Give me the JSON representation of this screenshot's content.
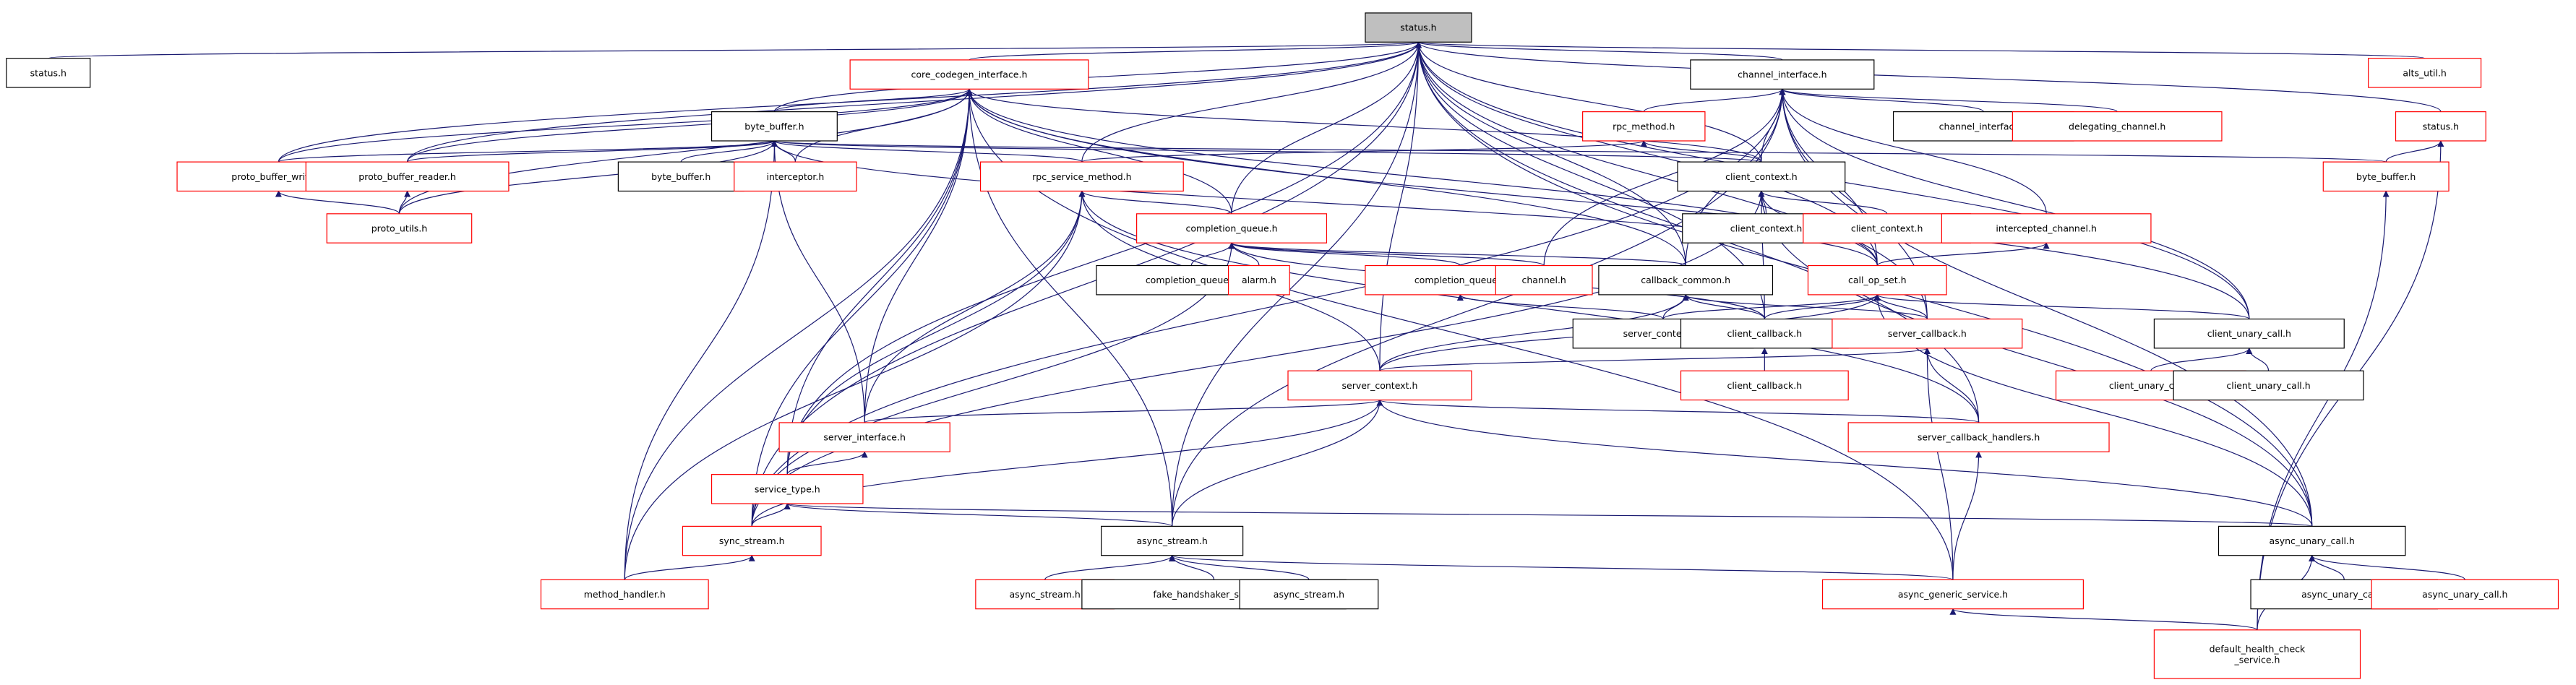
{
  "colors": {
    "edge": "#191970",
    "node_linked_border": "#ff0000",
    "node_plain_border": "#000000",
    "node_root_fill": "#bfbfbf",
    "node_fill": "#ffffff",
    "text": "#000000"
  },
  "nodes": [
    {
      "id": "status_h_root",
      "label": "status.h",
      "kind": "root"
    },
    {
      "id": "status_h_a",
      "label": "status.h",
      "kind": "plain"
    },
    {
      "id": "core_codegen",
      "label": "core_codegen_interface.h",
      "kind": "linked"
    },
    {
      "id": "channel_iface",
      "label": "channel_interface.h",
      "kind": "plain"
    },
    {
      "id": "alts_util",
      "label": "alts_util.h",
      "kind": "linked"
    },
    {
      "id": "byte_buffer",
      "label": "byte_buffer.h",
      "kind": "plain"
    },
    {
      "id": "rpc_method",
      "label": "rpc_method.h",
      "kind": "linked"
    },
    {
      "id": "channel_iface_2",
      "label": "channel_interface.h",
      "kind": "plain"
    },
    {
      "id": "delegating_channel",
      "label": "delegating_channel.h",
      "kind": "linked"
    },
    {
      "id": "status_h_b",
      "label": "status.h",
      "kind": "linked"
    },
    {
      "id": "proto_buffer_writer",
      "label": "proto_buffer_writer.h",
      "kind": "linked"
    },
    {
      "id": "proto_buffer_reader",
      "label": "proto_buffer_reader.h",
      "kind": "linked"
    },
    {
      "id": "byte_buffer_2",
      "label": "byte_buffer.h",
      "kind": "plain"
    },
    {
      "id": "interceptor",
      "label": "interceptor.h",
      "kind": "linked"
    },
    {
      "id": "rpc_service_method",
      "label": "rpc_service_method.h",
      "kind": "linked"
    },
    {
      "id": "client_context",
      "label": "client_context.h",
      "kind": "plain"
    },
    {
      "id": "byte_buffer_3",
      "label": "byte_buffer.h",
      "kind": "linked"
    },
    {
      "id": "proto_utils",
      "label": "proto_utils.h",
      "kind": "linked"
    },
    {
      "id": "completion_queue",
      "label": "completion_queue.h",
      "kind": "linked"
    },
    {
      "id": "client_context_2",
      "label": "client_context.h",
      "kind": "plain"
    },
    {
      "id": "client_context_3",
      "label": "client_context.h",
      "kind": "linked"
    },
    {
      "id": "intercepted_channel",
      "label": "intercepted_channel.h",
      "kind": "linked"
    },
    {
      "id": "completion_queue_2",
      "label": "completion_queue.h",
      "kind": "plain"
    },
    {
      "id": "alarm",
      "label": "alarm.h",
      "kind": "linked"
    },
    {
      "id": "completion_queue_3",
      "label": "completion_queue.h",
      "kind": "linked"
    },
    {
      "id": "channel",
      "label": "channel.h",
      "kind": "linked"
    },
    {
      "id": "callback_common",
      "label": "callback_common.h",
      "kind": "plain"
    },
    {
      "id": "call_op_set",
      "label": "call_op_set.h",
      "kind": "linked"
    },
    {
      "id": "server_context_cc",
      "label": "server_context.cc",
      "kind": "plain"
    },
    {
      "id": "client_callback",
      "label": "client_callback.h",
      "kind": "plain"
    },
    {
      "id": "server_callback",
      "label": "server_callback.h",
      "kind": "linked"
    },
    {
      "id": "client_unary_call",
      "label": "client_unary_call.h",
      "kind": "plain"
    },
    {
      "id": "client_callback_2",
      "label": "client_callback.h",
      "kind": "linked"
    },
    {
      "id": "client_unary_call_2",
      "label": "client_unary_call.h",
      "kind": "linked"
    },
    {
      "id": "client_unary_call_3",
      "label": "client_unary_call.h",
      "kind": "plain"
    },
    {
      "id": "server_context",
      "label": "server_context.h",
      "kind": "linked"
    },
    {
      "id": "server_interface",
      "label": "server_interface.h",
      "kind": "linked"
    },
    {
      "id": "server_callback_handlers",
      "label": "server_callback_handlers.h",
      "kind": "linked"
    },
    {
      "id": "service_type",
      "label": "service_type.h",
      "kind": "linked"
    },
    {
      "id": "sync_stream",
      "label": "sync_stream.h",
      "kind": "linked"
    },
    {
      "id": "async_stream",
      "label": "async_stream.h",
      "kind": "plain"
    },
    {
      "id": "async_unary_call",
      "label": "async_unary_call.h",
      "kind": "plain"
    },
    {
      "id": "method_handler",
      "label": "method_handler.h",
      "kind": "linked"
    },
    {
      "id": "async_stream_2",
      "label": "async_stream.h",
      "kind": "linked"
    },
    {
      "id": "fake_handshaker",
      "label": "fake_handshaker_server.cc",
      "kind": "plain"
    },
    {
      "id": "async_stream_3",
      "label": "async_stream.h",
      "kind": "plain"
    },
    {
      "id": "async_generic_service",
      "label": "async_generic_service.h",
      "kind": "linked"
    },
    {
      "id": "async_unary_call_2",
      "label": "async_unary_call.h",
      "kind": "plain"
    },
    {
      "id": "async_unary_call_3",
      "label": "async_unary_call.h",
      "kind": "linked"
    },
    {
      "id": "default_health_check",
      "label": "default_health_check",
      "label2": "_service.h",
      "kind": "linked"
    }
  ],
  "edges": [
    [
      "status_h_root",
      "status_h_a"
    ],
    [
      "status_h_root",
      "core_codegen"
    ],
    [
      "status_h_root",
      "channel_iface"
    ],
    [
      "status_h_root",
      "alts_util"
    ],
    [
      "status_h_root",
      "status_h_b"
    ],
    [
      "status_h_root",
      "byte_buffer"
    ],
    [
      "status_h_root",
      "proto_buffer_writer"
    ],
    [
      "status_h_root",
      "proto_buffer_reader"
    ],
    [
      "status_h_root",
      "rpc_service_method"
    ],
    [
      "status_h_root",
      "client_context"
    ],
    [
      "status_h_root",
      "completion_queue"
    ],
    [
      "status_h_root",
      "call_op_set"
    ],
    [
      "status_h_root",
      "callback_common"
    ],
    [
      "status_h_root",
      "client_callback"
    ],
    [
      "status_h_root",
      "server_callback"
    ],
    [
      "status_h_root",
      "client_unary_call"
    ],
    [
      "status_h_root",
      "server_context"
    ],
    [
      "status_h_root",
      "service_type"
    ],
    [
      "status_h_root",
      "sync_stream"
    ],
    [
      "status_h_root",
      "async_stream"
    ],
    [
      "status_h_root",
      "async_unary_call"
    ],
    [
      "status_h_root",
      "server_callback_handlers"
    ],
    [
      "core_codegen",
      "byte_buffer"
    ],
    [
      "core_codegen",
      "proto_buffer_writer"
    ],
    [
      "core_codegen",
      "proto_buffer_reader"
    ],
    [
      "core_codegen",
      "interceptor"
    ],
    [
      "core_codegen",
      "proto_utils"
    ],
    [
      "core_codegen",
      "completion_queue"
    ],
    [
      "core_codegen",
      "client_context"
    ],
    [
      "core_codegen",
      "call_op_set"
    ],
    [
      "core_codegen",
      "callback_common"
    ],
    [
      "core_codegen",
      "server_interface"
    ],
    [
      "core_codegen",
      "sync_stream"
    ],
    [
      "core_codegen",
      "async_stream"
    ],
    [
      "core_codegen",
      "method_handler"
    ],
    [
      "core_codegen",
      "client_unary_call"
    ],
    [
      "core_codegen",
      "async_generic_service"
    ],
    [
      "core_codegen",
      "service_type"
    ],
    [
      "channel_iface",
      "channel_iface_2"
    ],
    [
      "channel_iface",
      "delegating_channel"
    ],
    [
      "channel_iface",
      "rpc_method"
    ],
    [
      "channel_iface",
      "client_context"
    ],
    [
      "channel_iface",
      "intercepted_channel"
    ],
    [
      "channel_iface",
      "channel"
    ],
    [
      "channel_iface",
      "callback_common"
    ],
    [
      "channel_iface",
      "call_op_set"
    ],
    [
      "channel_iface",
      "client_unary_call"
    ],
    [
      "channel_iface",
      "async_unary_call"
    ],
    [
      "channel_iface",
      "server_callback"
    ],
    [
      "channel_iface",
      "async_stream"
    ],
    [
      "channel_iface",
      "sync_stream"
    ],
    [
      "status_h_b",
      "byte_buffer_3"
    ],
    [
      "status_h_b",
      "default_health_check"
    ],
    [
      "byte_buffer",
      "byte_buffer_2"
    ],
    [
      "byte_buffer",
      "proto_buffer_writer"
    ],
    [
      "byte_buffer",
      "proto_buffer_reader"
    ],
    [
      "byte_buffer",
      "interceptor"
    ],
    [
      "byte_buffer",
      "proto_utils"
    ],
    [
      "byte_buffer",
      "rpc_service_method"
    ],
    [
      "byte_buffer",
      "call_op_set"
    ],
    [
      "byte_buffer",
      "server_interface"
    ],
    [
      "byte_buffer",
      "method_handler"
    ],
    [
      "byte_buffer",
      "client_context"
    ],
    [
      "byte_buffer",
      "byte_buffer_3"
    ],
    [
      "rpc_method",
      "client_context"
    ],
    [
      "rpc_method",
      "rpc_service_method"
    ],
    [
      "proto_buffer_writer",
      "proto_utils"
    ],
    [
      "proto_buffer_reader",
      "proto_utils"
    ],
    [
      "rpc_service_method",
      "completion_queue"
    ],
    [
      "rpc_service_method",
      "server_interface"
    ],
    [
      "rpc_service_method",
      "service_type"
    ],
    [
      "rpc_service_method",
      "method_handler"
    ],
    [
      "rpc_service_method",
      "server_context"
    ],
    [
      "rpc_service_method",
      "server_callback_handlers"
    ],
    [
      "client_context",
      "client_context_2"
    ],
    [
      "client_context",
      "client_context_3"
    ],
    [
      "client_context",
      "call_op_set"
    ],
    [
      "client_context",
      "client_callback"
    ],
    [
      "client_context",
      "async_unary_call"
    ],
    [
      "client_context",
      "sync_stream"
    ],
    [
      "byte_buffer_3",
      "default_health_check"
    ],
    [
      "completion_queue",
      "completion_queue_2"
    ],
    [
      "completion_queue",
      "alarm"
    ],
    [
      "completion_queue",
      "completion_queue_3"
    ],
    [
      "completion_queue",
      "channel"
    ],
    [
      "completion_queue",
      "callback_common"
    ],
    [
      "completion_queue",
      "client_callback"
    ],
    [
      "completion_queue",
      "sync_stream"
    ],
    [
      "intercepted_channel",
      "call_op_set"
    ],
    [
      "completion_queue_3",
      "server_context_cc"
    ],
    [
      "callback_common",
      "server_context_cc"
    ],
    [
      "callback_common",
      "client_callback"
    ],
    [
      "callback_common",
      "server_callback"
    ],
    [
      "callback_common",
      "server_context"
    ],
    [
      "call_op_set",
      "server_context_cc"
    ],
    [
      "call_op_set",
      "client_callback"
    ],
    [
      "call_op_set",
      "server_callback"
    ],
    [
      "call_op_set",
      "client_unary_call"
    ],
    [
      "call_op_set",
      "server_context"
    ],
    [
      "call_op_set",
      "async_unary_call"
    ],
    [
      "client_callback",
      "client_callback_2"
    ],
    [
      "server_callback",
      "server_context"
    ],
    [
      "server_callback",
      "server_callback_handlers"
    ],
    [
      "server_callback",
      "async_generic_service"
    ],
    [
      "client_unary_call",
      "client_unary_call_2"
    ],
    [
      "client_unary_call",
      "client_unary_call_3"
    ],
    [
      "server_context",
      "server_interface"
    ],
    [
      "server_context",
      "server_callback_handlers"
    ],
    [
      "server_context",
      "sync_stream"
    ],
    [
      "server_context",
      "async_stream"
    ],
    [
      "server_context",
      "async_unary_call"
    ],
    [
      "server_interface",
      "service_type"
    ],
    [
      "server_callback_handlers",
      "async_generic_service"
    ],
    [
      "service_type",
      "sync_stream"
    ],
    [
      "service_type",
      "async_stream"
    ],
    [
      "service_type",
      "async_unary_call"
    ],
    [
      "sync_stream",
      "method_handler"
    ],
    [
      "async_stream",
      "async_stream_2"
    ],
    [
      "async_stream",
      "fake_handshaker"
    ],
    [
      "async_stream",
      "async_stream_3"
    ],
    [
      "async_stream",
      "async_generic_service"
    ],
    [
      "async_unary_call",
      "async_unary_call_2"
    ],
    [
      "async_unary_call",
      "async_unary_call_3"
    ],
    [
      "async_unary_call",
      "default_health_check"
    ],
    [
      "async_generic_service",
      "default_health_check"
    ]
  ]
}
